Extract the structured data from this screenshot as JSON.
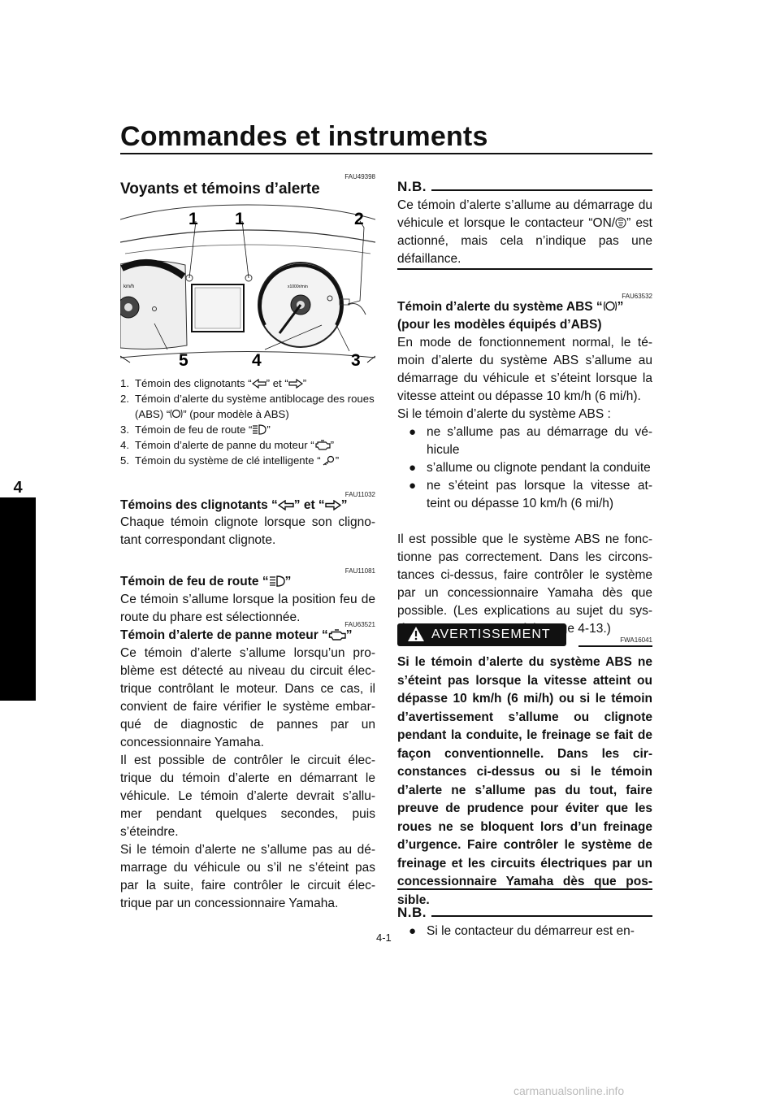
{
  "header": {
    "title": "Commandes et instruments"
  },
  "chapter_tab": "4",
  "page_number": "4-1",
  "footer_url": "carmanualsonline.info",
  "left": {
    "code1": "FAU49398",
    "section_title": "Voyants et témoins d’alerte",
    "figure_callouts": [
      "1",
      "1",
      "2",
      "5",
      "4",
      "3"
    ],
    "figure_marks": {
      "kmh": "km/h",
      "rpm": "x1000r/min"
    },
    "captions": [
      {
        "num": "1.",
        "pre": "Témoin des clignotants “",
        "mid": "” et “",
        "post": "”"
      },
      {
        "num": "2.",
        "pre": "Témoin d’alerte du système antiblocage des roues (ABS) “",
        "post": "” (pour modèle à ABS)"
      },
      {
        "num": "3.",
        "pre": "Témoin de feu de route “",
        "post": "”"
      },
      {
        "num": "4.",
        "pre": "Témoin d’alerte de panne du moteur “",
        "post": "”"
      },
      {
        "num": "5.",
        "pre": "Témoin du système de clé intelligente “",
        "post": "”"
      }
    ],
    "s1": {
      "code": "FAU11032",
      "pre": "Témoins des clignotants “",
      "mid": "” et “",
      "post": "”",
      "body": "Chaque témoin clignote lorsque son cligno- tant correspondant clignote."
    },
    "s2": {
      "code": "FAU11081",
      "pre": "Témoin de feu de route “",
      "post": "”",
      "body": "Ce témoin s’allume lorsque la position feu de route du phare est sélectionnée."
    },
    "s3": {
      "code": "FAU63521",
      "pre": "Témoin d’alerte de panne moteur “",
      "post": "”",
      "p1": "Ce témoin d’alerte s’allume lorsqu’un pro- blème est détecté au niveau du circuit élec- trique contrôlant le moteur. Dans ce cas, il convient de faire vérifier le système embar- qué de diagnostic de pannes par un concessionnaire Yamaha.",
      "p2": "Il est possible de contrôler le circuit élec- trique du témoin d’alerte en démarrant le véhicule. Le témoin d’alerte devrait s’allu- mer pendant quelques secondes, puis s’éteindre.",
      "p3": "Si le témoin d’alerte ne s’allume pas au dé- marrage du véhicule ou s’il ne s’éteint pas par la suite, faire contrôler le circuit élec- trique par un concessionnaire Yamaha."
    }
  },
  "right": {
    "nb1": {
      "label": "N.B.",
      "pre": "Ce témoin d’alerte s’allume au démarrage du véhicule et lorsque le contacteur “ON/",
      "post": "” est actionné, mais cela n’indique pas une défaillance."
    },
    "abs": {
      "code": "FAU63532",
      "pre": "Témoin d’alerte du système ABS “",
      "post": "”",
      "line2": "(pour les modèles équipés d’ABS)",
      "p1": "En mode de fonctionnement normal, le té- moin d’alerte du système ABS s’allume au démarrage du véhicule et s’éteint lorsque la vitesse atteint ou dépasse 10 km/h (6 mi/h).",
      "p2": "Si le témoin d’alerte du système ABS :",
      "bullets": [
        "ne s’allume pas au démarrage du vé- hicule",
        "s’allume ou clignote pendant la conduite",
        "ne s’éteint pas lorsque la vitesse at- teint ou dépasse 10 km/h (6 mi/h)"
      ],
      "p3": "Il est possible que le système ABS ne fonc- tionne pas correctement. Dans les circons- tances ci-dessus, faire contrôler le système par un concessionnaire Yamaha dès que possible. (Les explications au sujet du sys- tème ABS se trouvent à la page 4-13.)"
    },
    "warning": {
      "label": "AVERTISSEMENT",
      "code": "FWA16041",
      "body": "Si le témoin d’alerte du système ABS ne s’éteint pas lorsque la vitesse atteint ou dépasse 10 km/h (6 mi/h) ou si le témoin d’avertissement s’allume ou clignote pendant la conduite, le freinage se fait de façon conventionnelle. Dans les cir- constances ci-dessus ou si le témoin d’alerte ne s’allume pas du tout, faire preuve de prudence pour éviter que les roues ne se bloquent lors d’un freinage d’urgence. Faire contrôler le système de freinage et les circuits électriques par un concessionnaire Yamaha dès que pos- sible."
    },
    "nb2": {
      "label": "N.B.",
      "bullet": "Si le contacteur du démarreur est en-"
    }
  }
}
